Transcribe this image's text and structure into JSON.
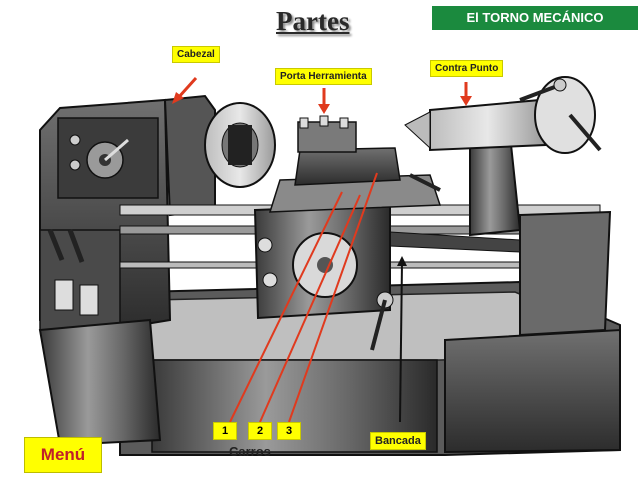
{
  "title": "Partes",
  "banner": "El TORNO MECÁNICO",
  "labels": {
    "cabezal": "Cabezal",
    "porta_herramienta": "Porta Herramienta",
    "contra_punto": "Contra Punto",
    "bancada": "Bancada",
    "carros": "Carros",
    "carro_1": "1",
    "carro_2": "2",
    "carro_3": "3"
  },
  "menu_label": "Menú",
  "colors": {
    "banner": "#1b8a3e",
    "label_bg": "#ffff00",
    "arrow_red": "#e03a1e",
    "menu_text": "#c0202a"
  }
}
